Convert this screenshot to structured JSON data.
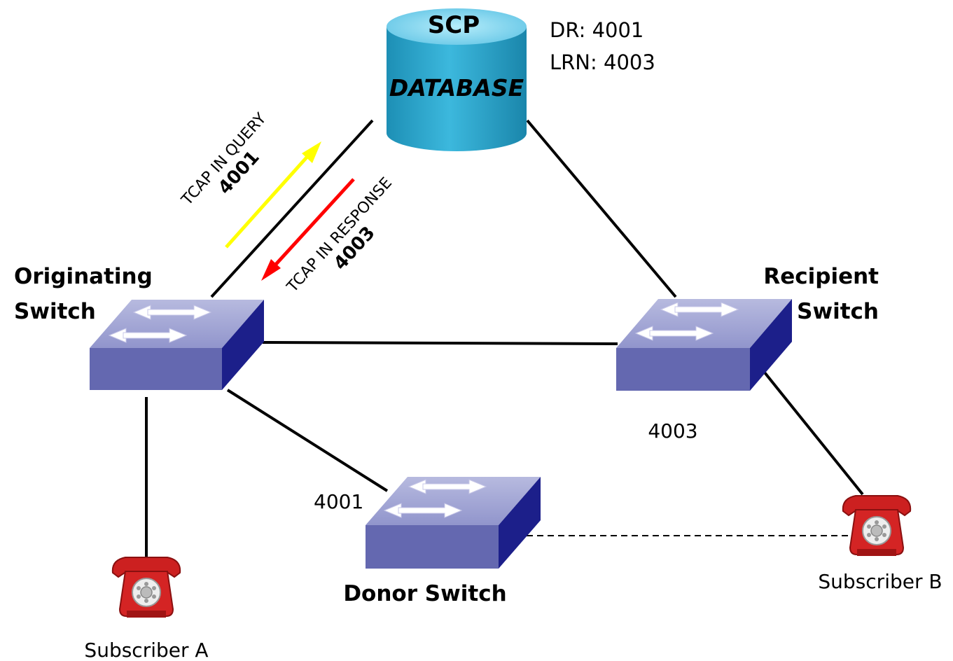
{
  "database": {
    "title": "SCP",
    "subtitle": "DATABASE",
    "dr_text": "DR:  4001",
    "lrn_text": "LRN: 4003"
  },
  "originating_switch": {
    "line1": "Originating",
    "line2": "Switch"
  },
  "recipient_switch": {
    "line1": "Recipient",
    "line2": "Switch",
    "number": "4003"
  },
  "donor_switch": {
    "label": "Donor Switch",
    "number": "4001"
  },
  "query_arrow": {
    "label": "TCAP IN QUERY",
    "value": "4001",
    "color": "#ffff00"
  },
  "response_arrow": {
    "label": "TCAP IN RESPONSE",
    "value": "4003",
    "color": "#ff0000"
  },
  "subscriber_a": {
    "label": "Subscriber A"
  },
  "subscriber_b": {
    "label": "Subscriber B"
  },
  "colors": {
    "db_top": "#7fd3ee",
    "db_body": "#2aa5cc",
    "switch_top": "#a3a7d6",
    "switch_front": "#6468b0",
    "switch_side": "#1c1f8a",
    "phone": "#cc2020"
  }
}
